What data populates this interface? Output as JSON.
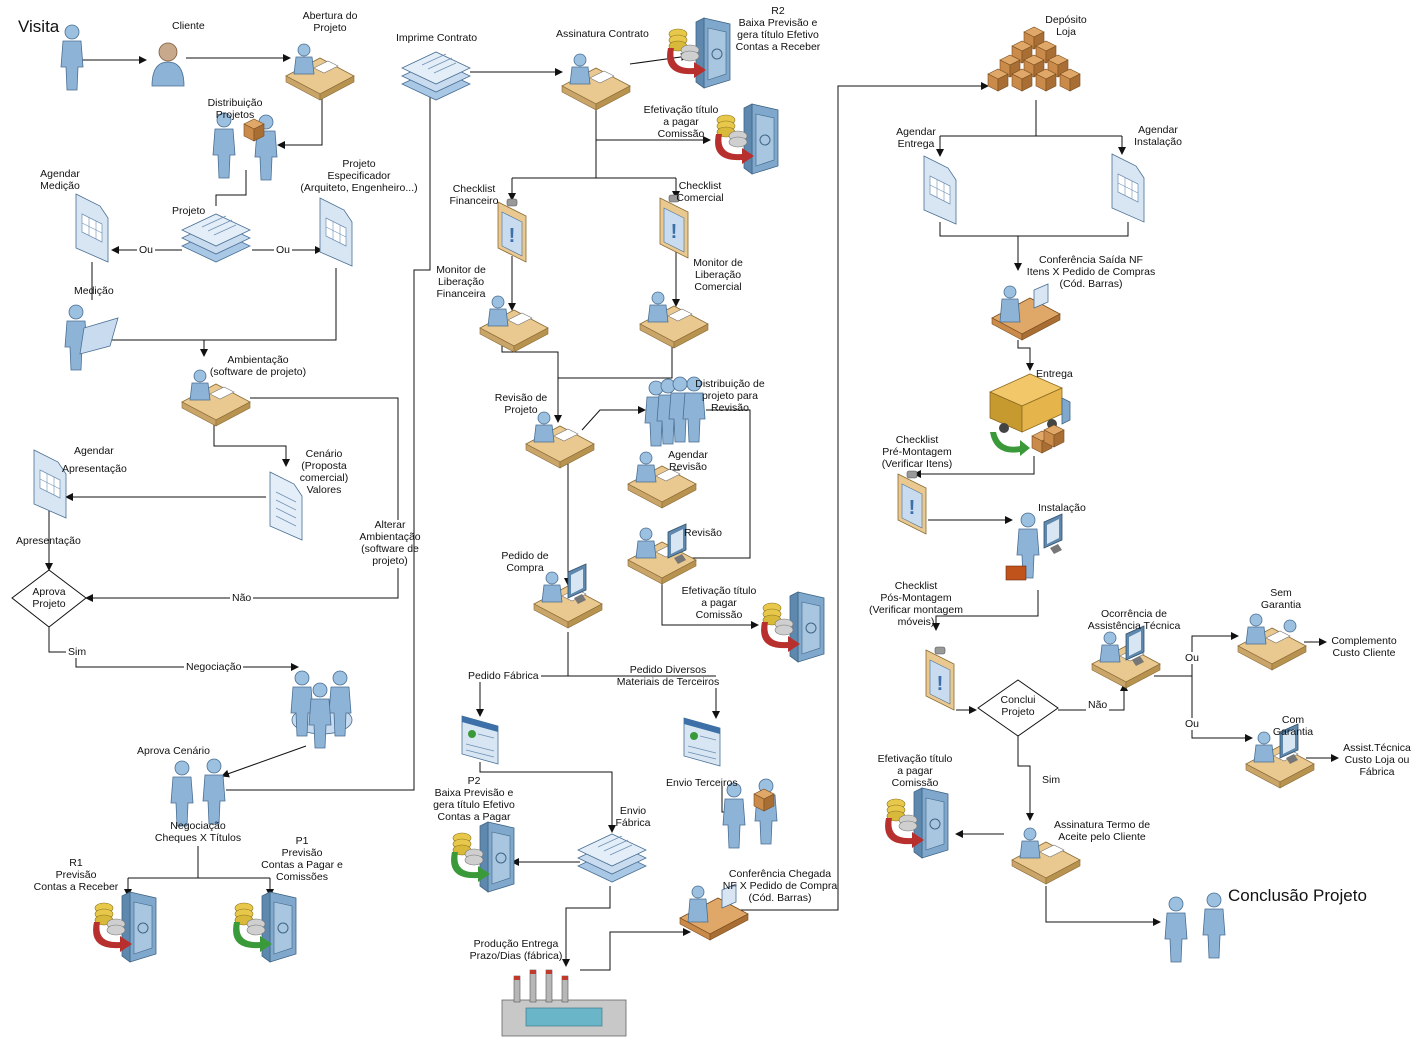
{
  "headings": {
    "visita": "Visita",
    "conclusao": "Conclusão Projeto"
  },
  "labels": {
    "cliente": "Cliente",
    "abertura": "Abertura do\nProjeto",
    "distribuicao_projetos": "Distribuição\nProjetos",
    "agendar_medicao": "Agendar\nMedição",
    "projeto_especificador": "Projeto\nEspecificador\n(Arquiteto, Engenheiro...)",
    "projeto": "Projeto",
    "ou_left": "Ou",
    "ou_right": "Ou",
    "medicao": "Medição",
    "ambientacao": "Ambientação\n(software de projeto)",
    "cenario": "Cenário\n(Proposta\ncomercial)\nValores",
    "agendar_apresentacao_1": "Agendar",
    "agendar_apresentacao_2": "Apresentação",
    "apresentacao": "Apresentação",
    "alterar_ambientacao": "Alterar\nAmbientação\n(software de\nprojeto)",
    "aprova_projeto": "Aprova\nProjeto",
    "nao_1": "Não",
    "sim_1": "Sim",
    "negociacao": "Negociação",
    "aprova_cenario": "Aprova Cenário",
    "negociacao_cheques": "Negociação\nCheques X Títulos",
    "r1": "R1\nPrevisão\nContas a Receber",
    "p1": "P1\nPrevisão\nContas a Pagar e\nComissões",
    "imprime_contrato": "Imprime Contrato",
    "assinatura_contrato": "Assinatura Contrato",
    "r2": "R2\nBaixa Previsão e\ngera título Efetivo\nContas a Receber",
    "efetivacao_comissao_1": "Efetivação título\na pagar\nComissão",
    "checklist_financeiro": "Checklist\nFinanceiro",
    "checklist_comercial": "Checklist\nComercial",
    "monitor_financeira": "Monitor de\nLiberação\nFinanceira",
    "monitor_comercial": "Monitor de\nLiberação\nComercial",
    "revisao_projeto": "Revisão de\nProjeto",
    "distribuicao_revisao": "Distribuição de\nprojeto para\nRevisão",
    "agendar_revisao": "Agendar\nRevisão",
    "revisao": "Revisão",
    "pedido_compra": "Pedido de\nCompra",
    "efetivacao_comissao_2": "Efetivação título\na pagar\nComissão",
    "pedido_fabrica": "Pedido Fábrica",
    "pedido_diversos": "Pedido Diversos\nMateriais de Terceiros",
    "p2": "P2\nBaixa Previsão e\ngera título Efetivo\nContas a Pagar",
    "envio_terceiros": "Envio Terceiros",
    "envio_fabrica": "Envio\nFábrica",
    "producao_entrega": "Produção Entrega\nPrazo/Dias (fábrica)",
    "conferencia_chegada": "Conferência Chegada\nNF X Pedido de Compra\n(Cód. Barras)",
    "deposito_loja": "Depósito\nLoja",
    "agendar_entrega": "Agendar\nEntrega",
    "agendar_instalacao": "Agendar\nInstalação",
    "conferencia_saida": "Conferência Saída NF\nItens X Pedido de Compras\n(Cód. Barras)",
    "entrega": "Entrega",
    "checklist_pre": "Checklist\nPré-Montagem\n(Verificar Itens)",
    "instalacao": "Instalação",
    "checklist_pos": "Checklist\nPós-Montagem\n(Verificar montagem\nmóveis)",
    "ocorrencia": "Ocorrência de\nAssistência Técnica",
    "sem_garantia": "Sem\nGarantia",
    "complemento": "Complemento\nCusto Cliente",
    "ou_top": "Ou",
    "ou_bottom": "Ou",
    "com_garantia": "Com\nGarantia",
    "assist_tecnica": "Assist.Técnica\nCusto Loja ou\nFábrica",
    "conclui_projeto": "Conclui\nProjeto",
    "nao_2": "Não",
    "sim_2": "Sim",
    "efetivacao_comissao_3": "Efetivação título\na pagar\nComissão",
    "assinatura_termo": "Assinatura Termo de\nAceite pelo Cliente"
  },
  "colors": {
    "person": "#8db3d6",
    "desk": "#e9c98f",
    "doc": "#c9dcef",
    "box": "#c98a4a",
    "safe": "#7fa8cc",
    "red_arrow": "#b8302e",
    "green_arrow": "#3a9a3a"
  }
}
